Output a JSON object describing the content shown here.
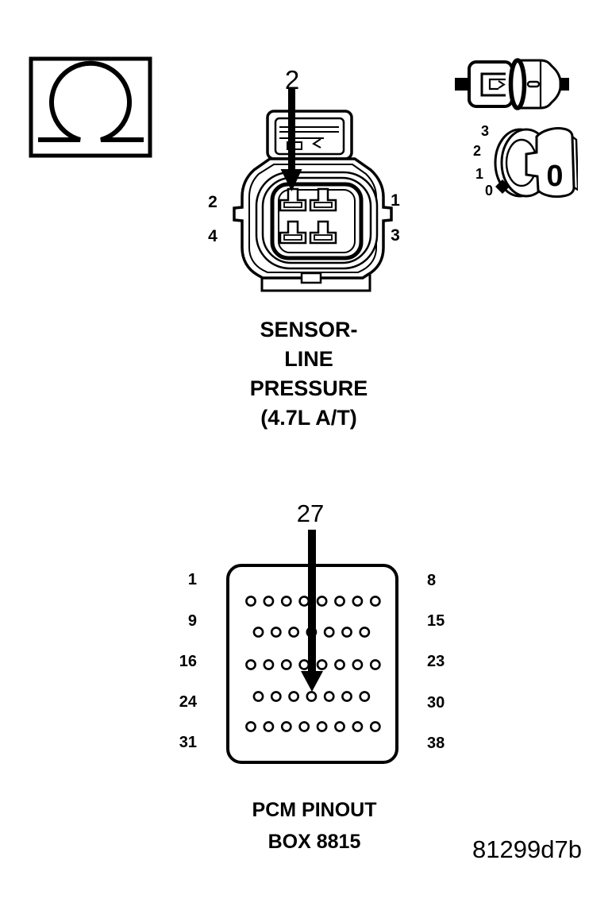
{
  "page": {
    "background": "#ffffff",
    "line_color": "#000000"
  },
  "ohmmeter": {
    "symbol_icon": "omega-ohmmeter-symbol"
  },
  "sensor_connector": {
    "probe_arrow_label": "2",
    "pin_labels": {
      "top_left": "2",
      "bottom_left": "4",
      "top_right": "1",
      "bottom_right": "3"
    },
    "caption_lines": [
      "SENSOR-",
      "LINE",
      "PRESSURE",
      "(4.7L A/T)"
    ]
  },
  "legend_icons": {
    "disconnect_connector_icon": "connector-halves-disconnected",
    "ignition_switch": {
      "position_scale": [
        "3",
        "2",
        "1",
        "0"
      ],
      "key_label": "0"
    }
  },
  "pcm_connector": {
    "probe_arrow_label": "27",
    "rows": [
      {
        "left_label": "1",
        "right_label": "8",
        "pins": 8,
        "staggered": false
      },
      {
        "left_label": "9",
        "right_label": "15",
        "pins": 7,
        "staggered": true
      },
      {
        "left_label": "16",
        "right_label": "23",
        "pins": 8,
        "staggered": false
      },
      {
        "left_label": "24",
        "right_label": "30",
        "pins": 7,
        "staggered": true
      },
      {
        "left_label": "31",
        "right_label": "38",
        "pins": 8,
        "staggered": false
      }
    ],
    "caption_lines": [
      "PCM PINOUT",
      "BOX 8815"
    ]
  },
  "figure_code": "81299d7b"
}
